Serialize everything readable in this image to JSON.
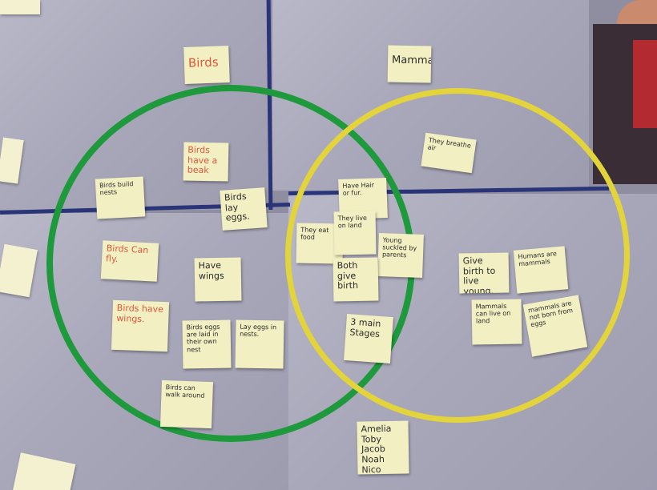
{
  "labels": {
    "birds": "Birds",
    "mammals": "Mammal"
  },
  "notes": {
    "birds_build_nests": "Birds build nests",
    "birds_have_a_beak": "Birds have a beak",
    "birds_lay_eggs": "Birds lay eggs.",
    "birds_can_fly": "Birds Can fly.",
    "have_wings": "Have wings",
    "birds_have_wings": "Birds have wings.",
    "birds_eggs": "Birds eggs are laid in their own nest",
    "lay_eggs_in_nests": "Lay eggs in nests.",
    "birds_walk": "Birds can walk around",
    "have_hair": "Have Hair or fur.",
    "they_eat_food": "They eat food",
    "they_live_on_land": "They live on land",
    "young_suckled": "Young suckled by parents",
    "both_give_birth": "Both give birth",
    "three_main_stages": "3 main Stages",
    "give_birth_to_live_young": "Give birth to live young.",
    "humans_are_mammals": "Humans are mammals",
    "mammals_can_live": "Mammals can live on land",
    "mammals_not_born_eggs": "mammals are not born from eggs",
    "they_breathe": "They breathe air",
    "names": "Amelia Toby Jacob Noah Nico Gracie"
  },
  "colors": {
    "green_hoop": "#1e9a3c",
    "yellow_hoop": "#e2d43a",
    "seam": "#2a3478",
    "note": "#f2f0c2",
    "red_ink": "#e0573c"
  }
}
